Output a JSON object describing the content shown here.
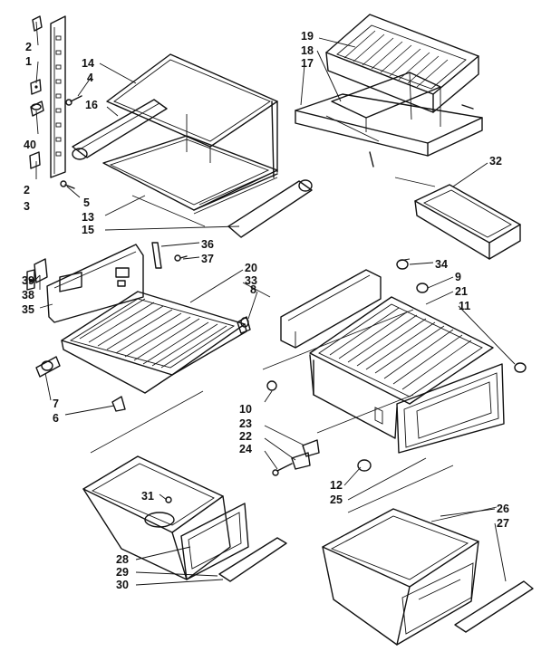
{
  "callouts": [
    {
      "id": "c2a",
      "text": "2"
    },
    {
      "id": "c1",
      "text": "1"
    },
    {
      "id": "c40",
      "text": "40"
    },
    {
      "id": "c2b",
      "text": "2"
    },
    {
      "id": "c3",
      "text": "3"
    },
    {
      "id": "c14",
      "text": "14"
    },
    {
      "id": "c4",
      "text": "4"
    },
    {
      "id": "c16",
      "text": "16"
    },
    {
      "id": "c5",
      "text": "5"
    },
    {
      "id": "c13",
      "text": "13"
    },
    {
      "id": "c15",
      "text": "15"
    },
    {
      "id": "c19",
      "text": "19"
    },
    {
      "id": "c18",
      "text": "18"
    },
    {
      "id": "c17",
      "text": "17"
    },
    {
      "id": "c32",
      "text": "32"
    },
    {
      "id": "c36",
      "text": "36"
    },
    {
      "id": "c37",
      "text": "37"
    },
    {
      "id": "c20",
      "text": "20"
    },
    {
      "id": "c33",
      "text": "33"
    },
    {
      "id": "c8",
      "text": "8"
    },
    {
      "id": "c39",
      "text": "39"
    },
    {
      "id": "c38",
      "text": "38"
    },
    {
      "id": "c35",
      "text": "35"
    },
    {
      "id": "c7",
      "text": "7"
    },
    {
      "id": "c6",
      "text": "6"
    },
    {
      "id": "c34",
      "text": "34"
    },
    {
      "id": "c9",
      "text": "9"
    },
    {
      "id": "c21",
      "text": "21"
    },
    {
      "id": "c11",
      "text": "11"
    },
    {
      "id": "c10",
      "text": "10"
    },
    {
      "id": "c23",
      "text": "23"
    },
    {
      "id": "c22",
      "text": "22"
    },
    {
      "id": "c24",
      "text": "24"
    },
    {
      "id": "c12",
      "text": "12"
    },
    {
      "id": "c25",
      "text": "25"
    },
    {
      "id": "c31",
      "text": "31"
    },
    {
      "id": "c28",
      "text": "28"
    },
    {
      "id": "c29",
      "text": "29"
    },
    {
      "id": "c30",
      "text": "30"
    },
    {
      "id": "c26",
      "text": "26"
    },
    {
      "id": "c27",
      "text": "27"
    }
  ]
}
